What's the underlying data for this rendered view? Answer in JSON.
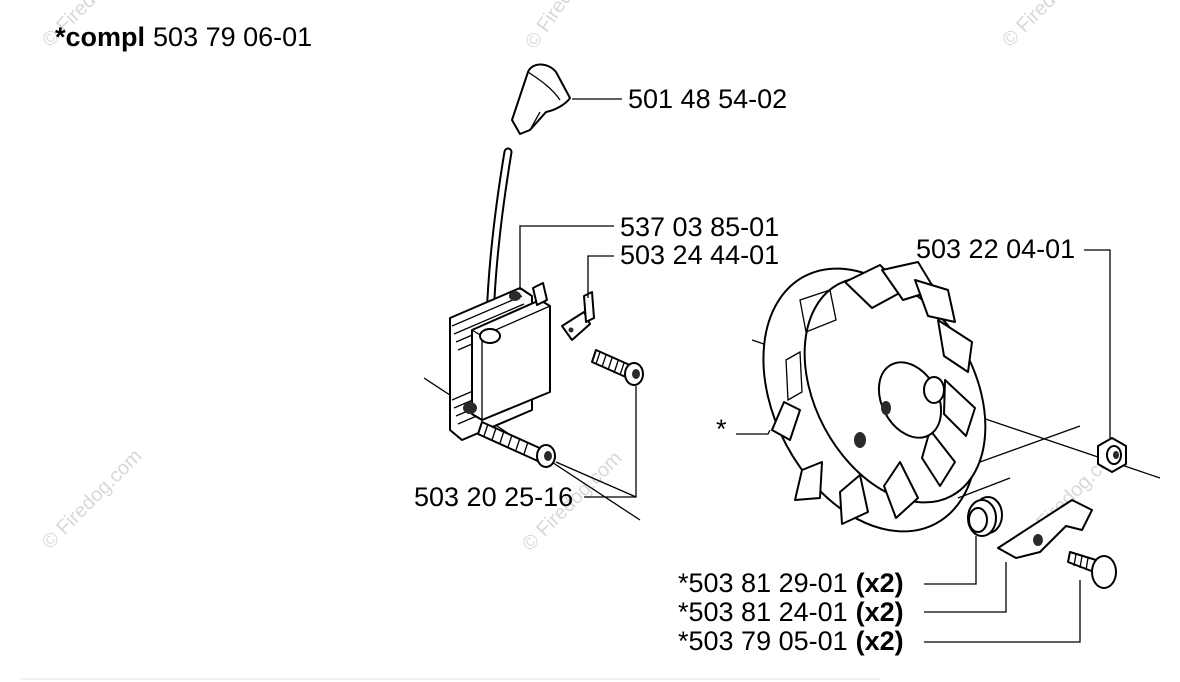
{
  "header": {
    "compl_prefix": "*compl",
    "compl_number": "503 79 06-01"
  },
  "watermark": {
    "copyright_text": "© Firedog.com"
  },
  "callouts": {
    "spark_plug_cap": "501 48 54-02",
    "ignition_module": "537 03 85-01",
    "terminal": "503 24 44-01",
    "screws": "503 20 25-16",
    "flywheel_nut": "503 22 04-01",
    "flywheel_marker": "*",
    "spring": {
      "number": "*503 81 29-01",
      "qty": "(x2)"
    },
    "pawl": {
      "number": "*503 81 24-01",
      "qty": "(x2)"
    },
    "pin": {
      "number": "*503 79 05-01",
      "qty": "(x2)"
    }
  },
  "colors": {
    "line": "#000000",
    "watermark": "#d8d8d8",
    "background": "#ffffff"
  }
}
